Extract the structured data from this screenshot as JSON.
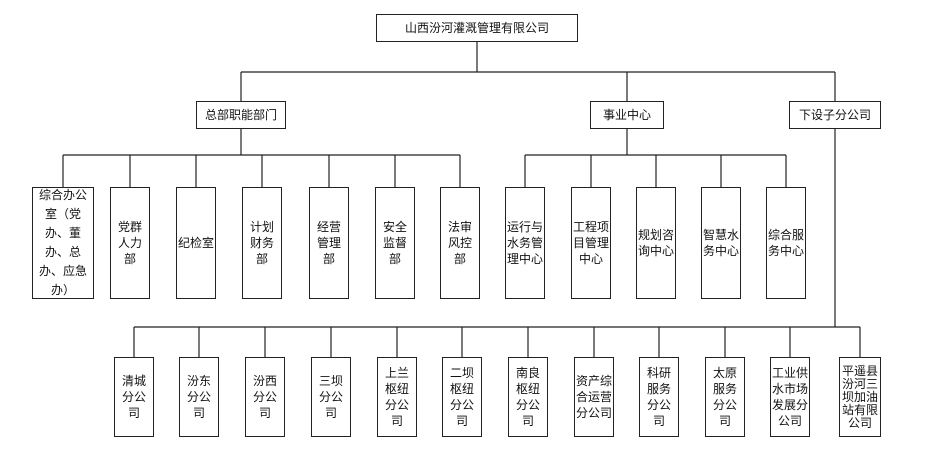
{
  "root": "山西汾河灌溉管理有限公司",
  "level1": [
    "总部职能部门",
    "事业中心",
    "下设子分公司"
  ],
  "departments": [
    "综合办公室（党办、董办、总办、应急办）",
    "党群人力部",
    "纪检室",
    "计划财务部",
    "经营管理部",
    "安全监督部",
    "法审风控部"
  ],
  "centers": [
    "运行与水务管理中心",
    "工程项目管理中心",
    "规划咨询中心",
    "智慧水务中心",
    "综合服务中心"
  ],
  "subsidiaries": [
    "清城分公司",
    "汾东分公司",
    "汾西分公司",
    "三坝分公司",
    "上兰枢纽分公司",
    "二坝枢纽分公司",
    "南良枢纽分公司",
    "资产综合运营分公司",
    "科研服务分公司",
    "太原服务分公司",
    "工业供水市场发展分公司",
    "平遥县汾河三坝加油站有限公司"
  ]
}
